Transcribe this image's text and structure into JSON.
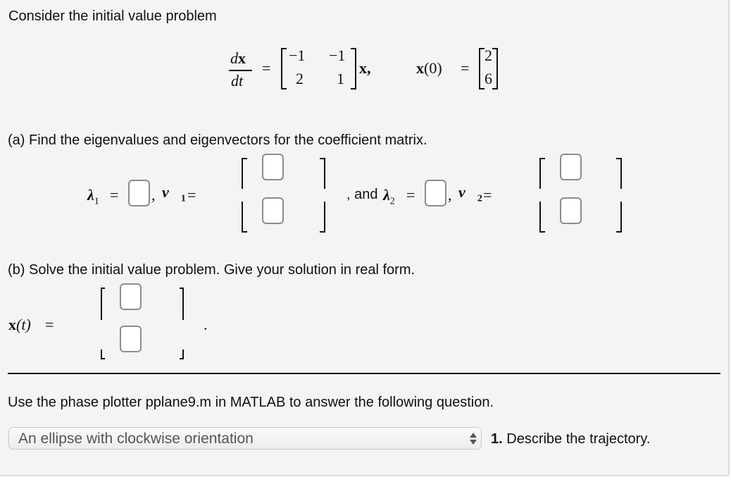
{
  "intro": "Consider the initial value problem",
  "equation": {
    "lhs_numerator": "dx",
    "lhs_numerator_d": "d",
    "lhs_numerator_x": "x",
    "lhs_denominator": "dt",
    "equals": "=",
    "matrix": [
      [
        "−1",
        "−1"
      ],
      [
        "2",
        "1"
      ]
    ],
    "vector_var": "x,",
    "ic_label": "x",
    "ic_arg": "(0)",
    "ic_vector": [
      "2",
      "6"
    ]
  },
  "part_a": {
    "prompt": "(a) Find the eigenvalues and eigenvectors for the coefficient matrix.",
    "lambda1_symbol": "λ",
    "lambda1_sub": "1",
    "v1_symbol": "v⃗",
    "v1_sub": "1",
    "comma": ",",
    "and_text": ", and",
    "lambda2_symbol": "λ",
    "lambda2_sub": "2",
    "v2_symbol": "v⃗",
    "v2_sub": "2",
    "equals": "=",
    "answers": {
      "lambda1": "",
      "v1": [
        "",
        ""
      ],
      "lambda2": "",
      "v2": [
        "",
        ""
      ]
    }
  },
  "part_b": {
    "prompt": "(b) Solve the initial value problem. Give your solution in real form.",
    "x_label": "x",
    "t_arg": "(t)",
    "equals": "=",
    "period": ".",
    "answers": [
      "",
      ""
    ]
  },
  "question": {
    "prompt": "Use the phase plotter pplane9.m in MATLAB to answer the following question.",
    "select_value": "An ellipse with clockwise orientation",
    "item_number": "1.",
    "item_text": "Describe the trajectory."
  }
}
